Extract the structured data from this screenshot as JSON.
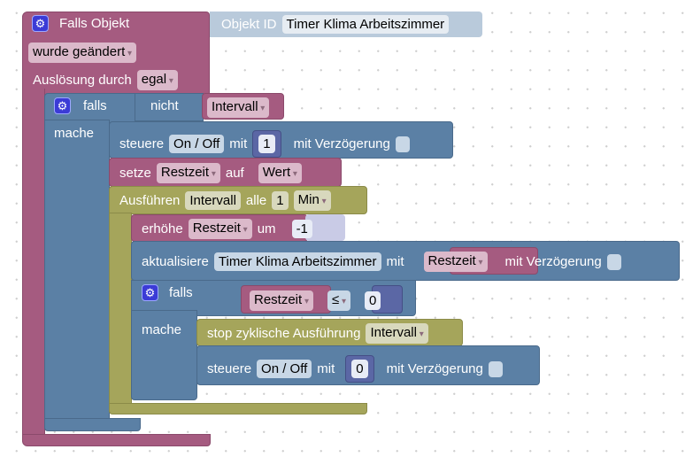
{
  "event": {
    "title": "Falls Objekt",
    "trigger": "wurde geändert",
    "cause_label": "Auslösung durch",
    "cause": "egal",
    "object_label": "Objekt ID",
    "object": "Timer Klima Arbeitszimmer"
  },
  "if1": {
    "label": "falls",
    "do": "mache",
    "not": "nicht",
    "var": "Intervall"
  },
  "control1": {
    "label": "steuere",
    "target": "On / Off",
    "with": "mit",
    "value": "1",
    "delay": "mit Verzögerung"
  },
  "set": {
    "label": "setze",
    "var": "Restzeit",
    "to": "auf",
    "value": "Wert"
  },
  "schedule": {
    "label": "Ausführen",
    "name": "Intervall",
    "every": "alle",
    "count": "1",
    "unit": "Min"
  },
  "inc": {
    "label": "erhöhe",
    "var": "Restzeit",
    "by": "um",
    "value": "-1"
  },
  "update": {
    "label": "aktualisiere",
    "target": "Timer Klima Arbeitszimmer",
    "with": "mit",
    "var": "Restzeit",
    "delay": "mit Verzögerung"
  },
  "if2": {
    "label": "falls",
    "do": "mache",
    "var": "Restzeit",
    "op": "≤",
    "value": "0"
  },
  "stop": {
    "label": "stop zyklische Ausführung",
    "name": "Intervall"
  },
  "control2": {
    "label": "steuere",
    "target": "On / Off",
    "with": "mit",
    "value": "0",
    "delay": "mit Verzögerung"
  },
  "colors": {
    "event": "#a55b80",
    "control": "#5b80a5",
    "timer": "#a5a55b",
    "math": "#5b67a5"
  }
}
